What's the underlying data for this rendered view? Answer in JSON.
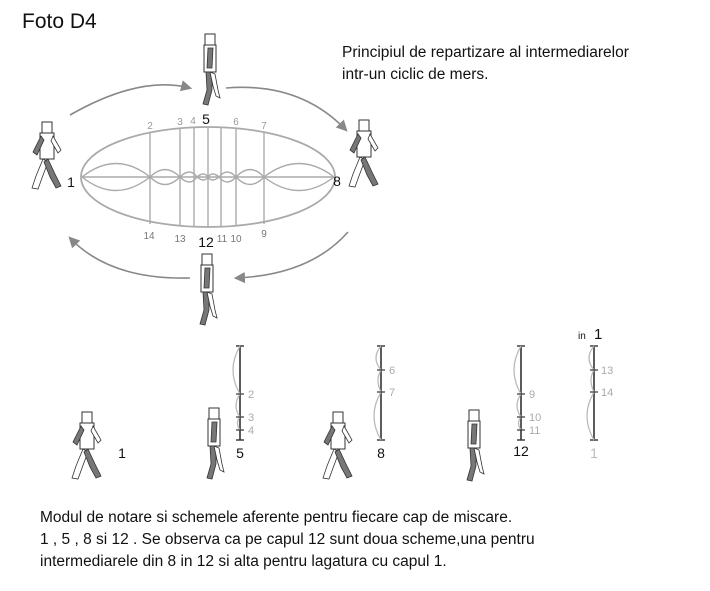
{
  "title": "Foto D4",
  "principle_line1": "Principiul de repartizare al intermediarelor",
  "principle_line2": "intr-un ciclic de mers.",
  "cycle": {
    "key_top": "5",
    "key_left": "1",
    "key_right": "8",
    "key_bottom": "12",
    "top_ticks": [
      "2",
      "3",
      "4",
      "6",
      "7"
    ],
    "bottom_ticks": [
      "14",
      "13",
      "11",
      "10",
      "9"
    ]
  },
  "poses": {
    "p1": "1",
    "p5": "5",
    "p8": "8",
    "p12": "12",
    "in_prefix": "in",
    "in_key": "1",
    "final_key": "1"
  },
  "charts": {
    "c5": [
      "2",
      "3",
      "4"
    ],
    "c8": [
      "6",
      "7"
    ],
    "c12": [
      "9",
      "10",
      "11"
    ],
    "c1": [
      "13",
      "14"
    ]
  },
  "bottom": {
    "line1": "Modul de notare si schemele aferente pentru fiecare cap de miscare.",
    "line2": "1 , 5 , 8  si  12 . Se observa ca pe capul 12 sunt doua scheme,una pentru",
    "line3": "intermediarele din 8 in 12 si alta pentru lagatura cu capul 1."
  },
  "colors": {
    "ink": "#111111",
    "grey": "#999999",
    "light": "#bbbbbb",
    "figure": "#777777"
  }
}
